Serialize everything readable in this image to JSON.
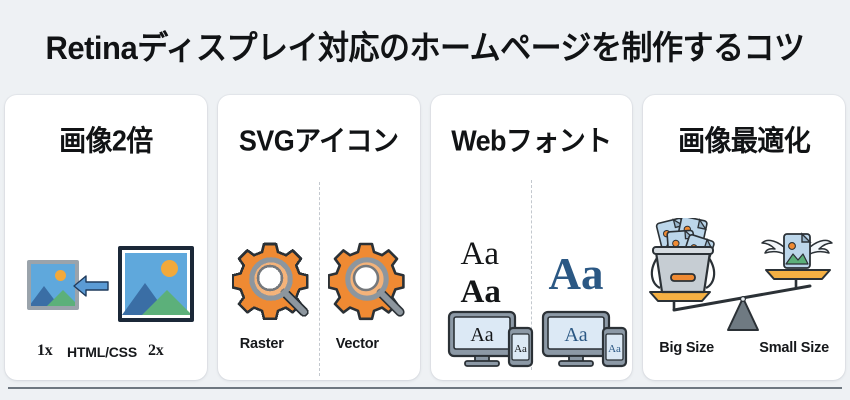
{
  "header": {
    "title": "Retinaディスプレイ対応のホームページを制作するコツ"
  },
  "cards": [
    {
      "id": "image-2x",
      "title": "画像2倍",
      "labels": {
        "left": "1x",
        "middle": "HTML/CSS",
        "right": "2x"
      },
      "graphics": {
        "small_image_icon": "picture-icon-small",
        "large_image_icon": "picture-icon-large",
        "arrow": "arrow-left-icon"
      }
    },
    {
      "id": "svg-icon",
      "title": "SVGアイコン",
      "labels": {
        "left": "Raster",
        "right": "Vector"
      },
      "graphics": {
        "left_icon": "gear-magnifier-pixelated-icon",
        "right_icon": "gear-magnifier-smooth-icon",
        "divider": "dashed-divider"
      }
    },
    {
      "id": "web-font",
      "title": "Webフォント",
      "labels": {
        "left": "",
        "right": ""
      },
      "samples": {
        "left_top": "Aa",
        "left_bottom": "Aa",
        "left_monitor": "Aa",
        "left_phone": "Aa",
        "right_big": "Aa",
        "right_monitor": "Aa",
        "right_phone": "Aa"
      },
      "graphics": {
        "left_devices": "monitor-phone-icon",
        "right_devices": "monitor-phone-icon",
        "divider": "dashed-divider"
      }
    },
    {
      "id": "image-optimize",
      "title": "画像最適化",
      "labels": {
        "left": "Big Size",
        "right": "Small Size"
      },
      "graphics": {
        "heavy_side": "bucket-of-images-icon",
        "light_side": "winged-image-file-icon",
        "balance": "balance-scale"
      }
    }
  ],
  "colors": {
    "page_background": "#eef1f4",
    "card_background": "#ffffff",
    "text": "#111315",
    "accent_orange": "#ef8a33",
    "accent_blue": "#5b9bd5",
    "accent_deep_blue": "#2b5884",
    "sky_blue": "#5fa8dc",
    "sun_orange": "#f2a93b",
    "mountain_blue": "#3a6ea5",
    "hill_green": "#5cb07a",
    "gray_metal": "#9aa3ab",
    "outline_dark": "#2b3136",
    "rule": "#6e7780"
  }
}
